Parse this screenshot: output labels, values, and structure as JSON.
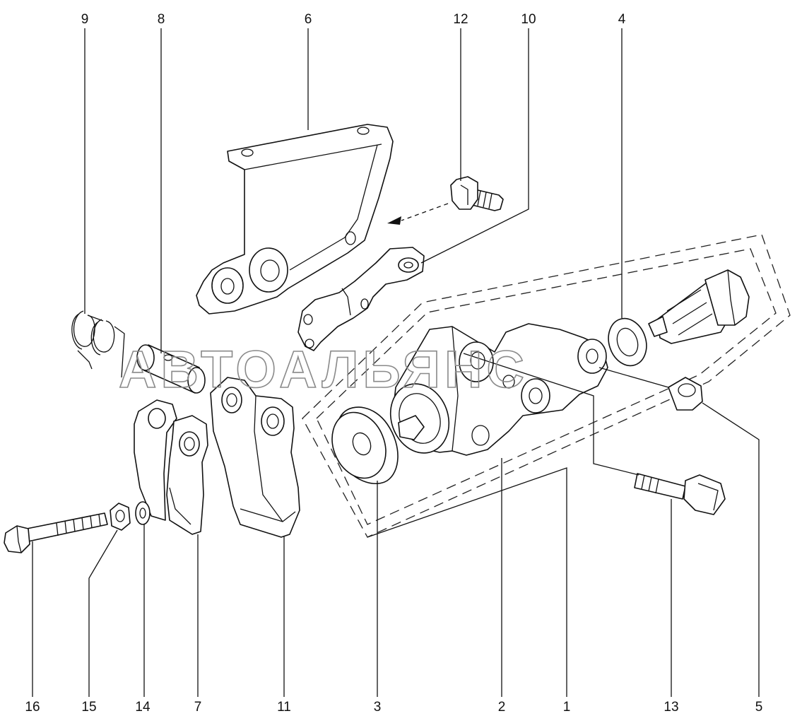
{
  "watermark": "АВТОАЛЬЯНС",
  "callouts": [
    {
      "id": "c1",
      "label": "1"
    },
    {
      "id": "c2",
      "label": "2"
    },
    {
      "id": "c3",
      "label": "3"
    },
    {
      "id": "c4",
      "label": "4"
    },
    {
      "id": "c5",
      "label": "5"
    },
    {
      "id": "c6",
      "label": "6"
    },
    {
      "id": "c7",
      "label": "7"
    },
    {
      "id": "c8",
      "label": "8"
    },
    {
      "id": "c9",
      "label": "9"
    },
    {
      "id": "c10",
      "label": "10"
    },
    {
      "id": "c11",
      "label": "11"
    },
    {
      "id": "c12",
      "label": "12"
    },
    {
      "id": "c13",
      "label": "13"
    },
    {
      "id": "c14",
      "label": "14"
    },
    {
      "id": "c15",
      "label": "15"
    },
    {
      "id": "c16",
      "label": "16"
    }
  ],
  "colors": {
    "line": "#111111",
    "watermark": "#8a8a8a",
    "background": "#ffffff"
  }
}
